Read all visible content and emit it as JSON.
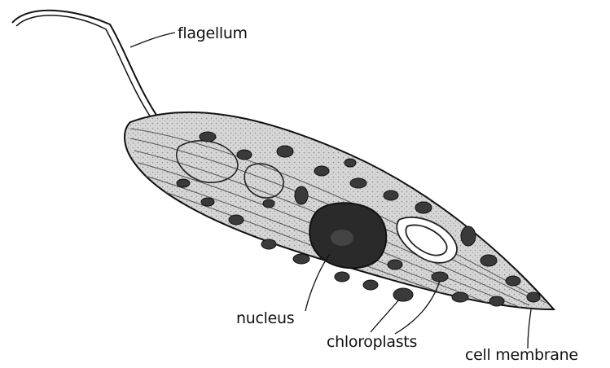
{
  "labels": {
    "flagellum": "flagellum",
    "nucleus": "nucleus",
    "chloroplasts": "chloroplasts",
    "cell_membrane": "cell membrane"
  },
  "colors": {
    "ink": "#111111",
    "cell_fill": "#cfcfcf",
    "nucleus_fill": "#2a2a2a",
    "background": "#ffffff"
  }
}
